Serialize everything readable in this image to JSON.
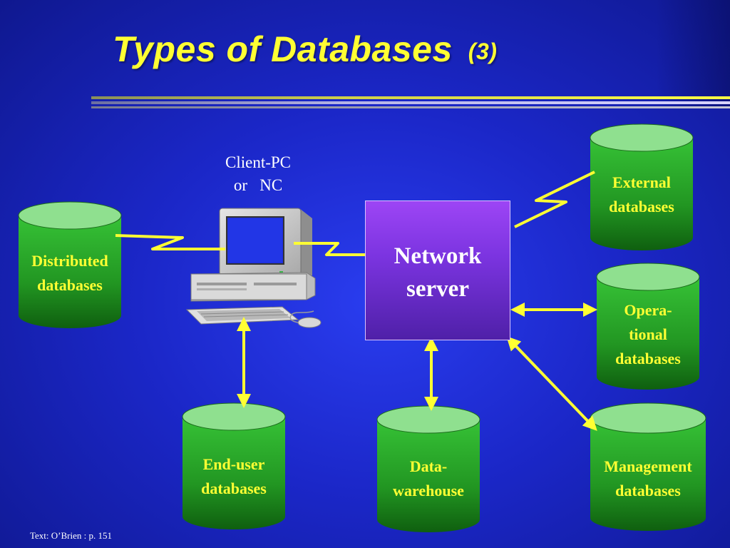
{
  "title": {
    "main": "Types of Databases",
    "sub": "(3)"
  },
  "client": {
    "label": "Client-PC\nor   NC"
  },
  "server": {
    "label_line1": "Network",
    "label_line2": "server"
  },
  "databases": {
    "distributed": {
      "line1": "Distributed",
      "line2": "databases"
    },
    "external": {
      "line1": "External",
      "line2": "databases"
    },
    "operational": {
      "line1": "Opera-",
      "line2": "tional",
      "line3": "databases"
    },
    "end_user": {
      "line1": "End-user",
      "line2": "databases"
    },
    "data_warehouse": {
      "line1": "Data-",
      "line2": "warehouse"
    },
    "management": {
      "line1": "Management",
      "line2": "databases"
    }
  },
  "footer": {
    "source": "Text: O’Brien : p. 151"
  },
  "colors": {
    "background": "#1b27c8",
    "title": "#ffff33",
    "cylinder_body": "#2aa52a",
    "cylinder_top": "#8fe08f",
    "server": "#8a3cf0",
    "connector": "#ffff33"
  }
}
